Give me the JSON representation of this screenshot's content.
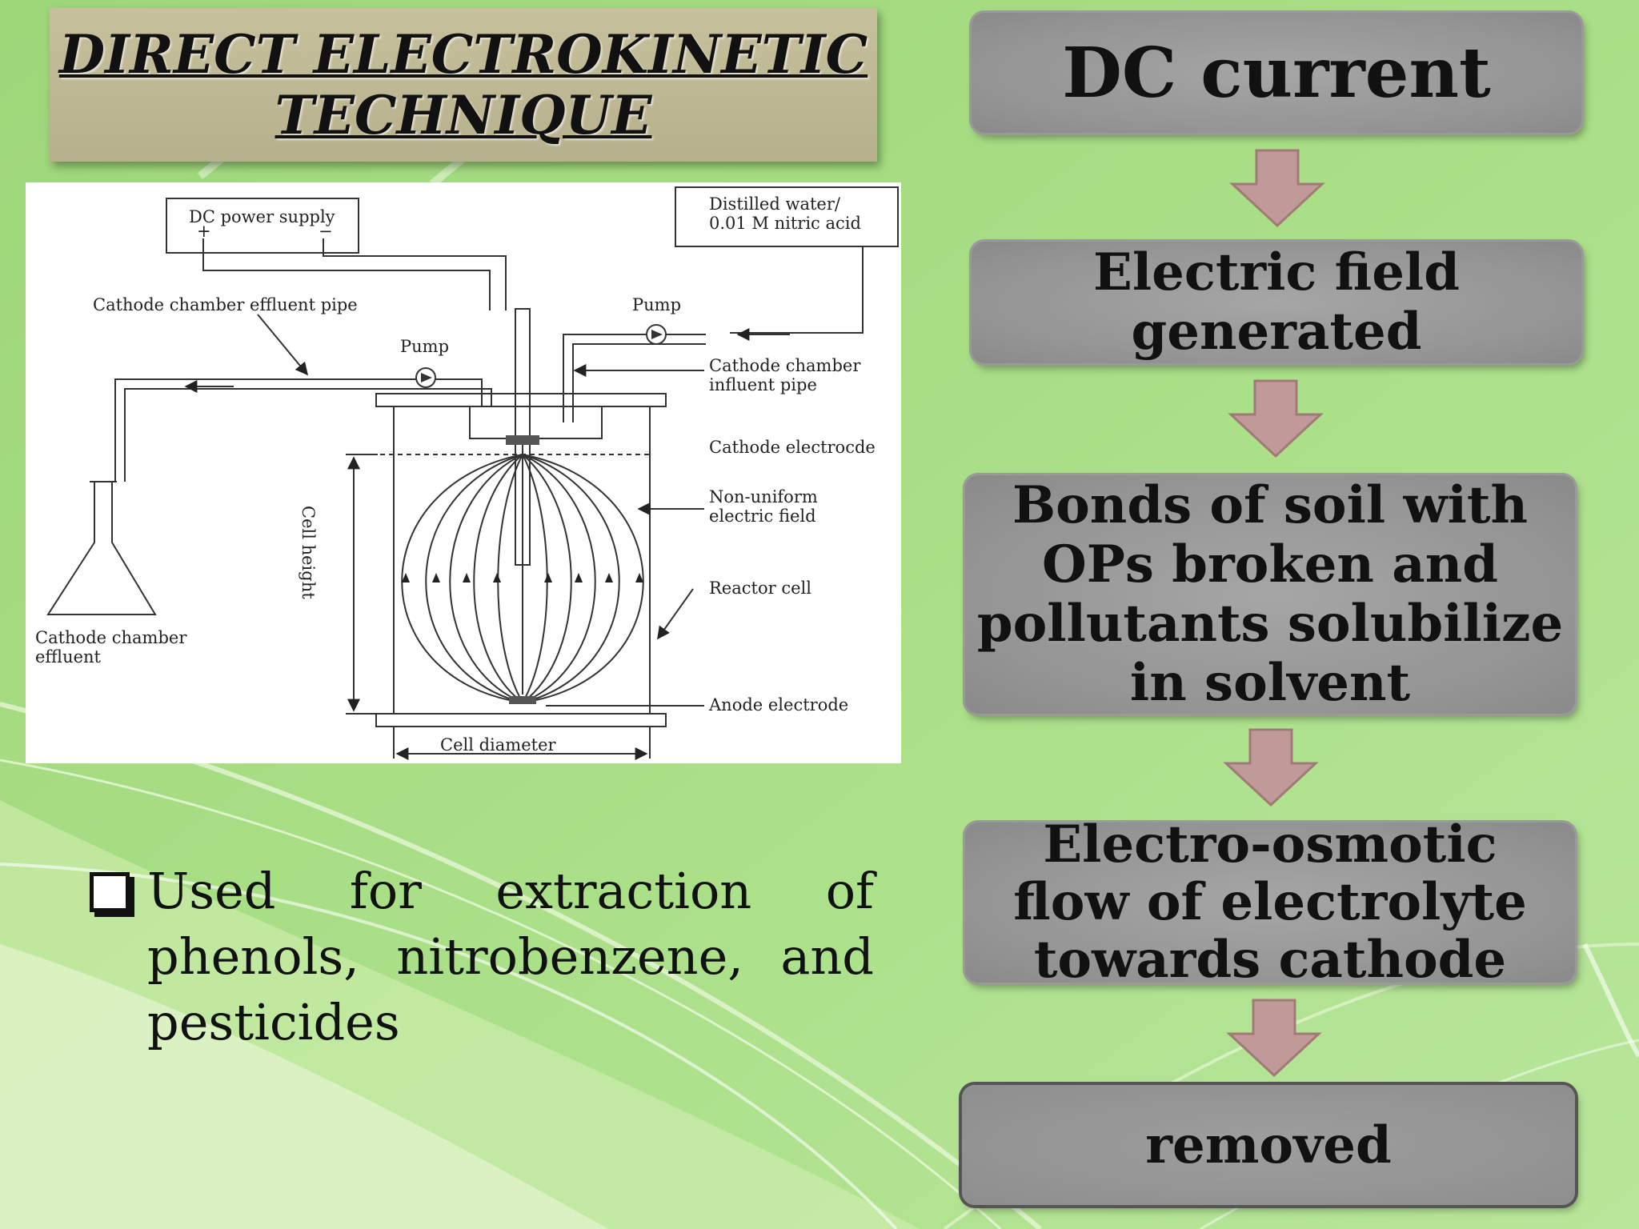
{
  "slide": {
    "title_line1": "DIRECT ELECTROKINETIC",
    "title_line2": "TECHNIQUE"
  },
  "diagram": {
    "dc_power_supply": "DC power supply",
    "plus": "+",
    "minus": "−",
    "distilled_line1": "Distilled    water/",
    "distilled_line2": "0.01 M nitric acid",
    "cathode_effluent_pipe": "Cathode chamber effluent pipe",
    "pump_left": "Pump",
    "pump_right": "Pump",
    "cathode_influent_line1": "Cathode chamber",
    "cathode_influent_line2": "influent pipe",
    "cathode_electrode": "Cathode electrocde",
    "non_uniform_line1": "Non-uniform",
    "non_uniform_line2": "electric field",
    "reactor_cell": "Reactor cell",
    "anode_electrode": "Anode electrode",
    "cell_diameter": "Cell diameter",
    "cell_height": "Cell height",
    "effluent_line1": "Cathode chamber",
    "effluent_line2": "effluent"
  },
  "bullet": {
    "text": "Used for extraction of phenols, nitrobenzene, and pesticides"
  },
  "flow": {
    "step1": "DC current",
    "step2_line1": "Electric field",
    "step2_line2": "generated",
    "step3_line1": "Bonds of soil with",
    "step3_line2": "OPs broken and",
    "step3_line3": "pollutants solubilize",
    "step3_line4": "in solvent",
    "step4_line1": "Electro-osmotic",
    "step4_line2": "flow of electrolyte",
    "step4_line3": "towards  cathode",
    "step5": "removed"
  },
  "colors": {
    "background": "#a8dc84",
    "title_box": "#bdb692",
    "flow_box": "#999999",
    "arrow": "#c09a98"
  }
}
